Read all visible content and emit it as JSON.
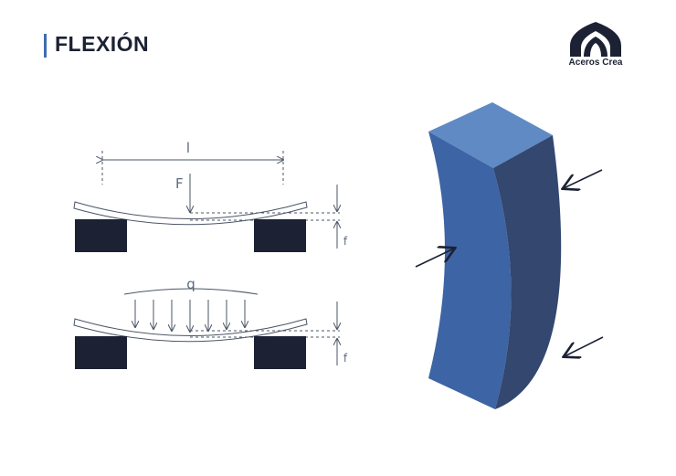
{
  "header": {
    "title": "FLEXIÓN"
  },
  "brand": {
    "name": "Aceros Crea"
  },
  "diagram": {
    "point_load": {
      "span_label": "l",
      "force_label": "F",
      "deflection_label": "f"
    },
    "distributed_load": {
      "load_label": "q",
      "deflection_label": "f"
    }
  },
  "colors": {
    "navy": "#1c2233",
    "accent_bar": "#3d6db0",
    "beam_front": "#3d64a4",
    "beam_side": "#33476f",
    "beam_top": "#5f8ac4",
    "line": "#4b5566"
  },
  "icons": [
    "aceros-crea-logo-icon",
    "force-arrow-icon"
  ]
}
